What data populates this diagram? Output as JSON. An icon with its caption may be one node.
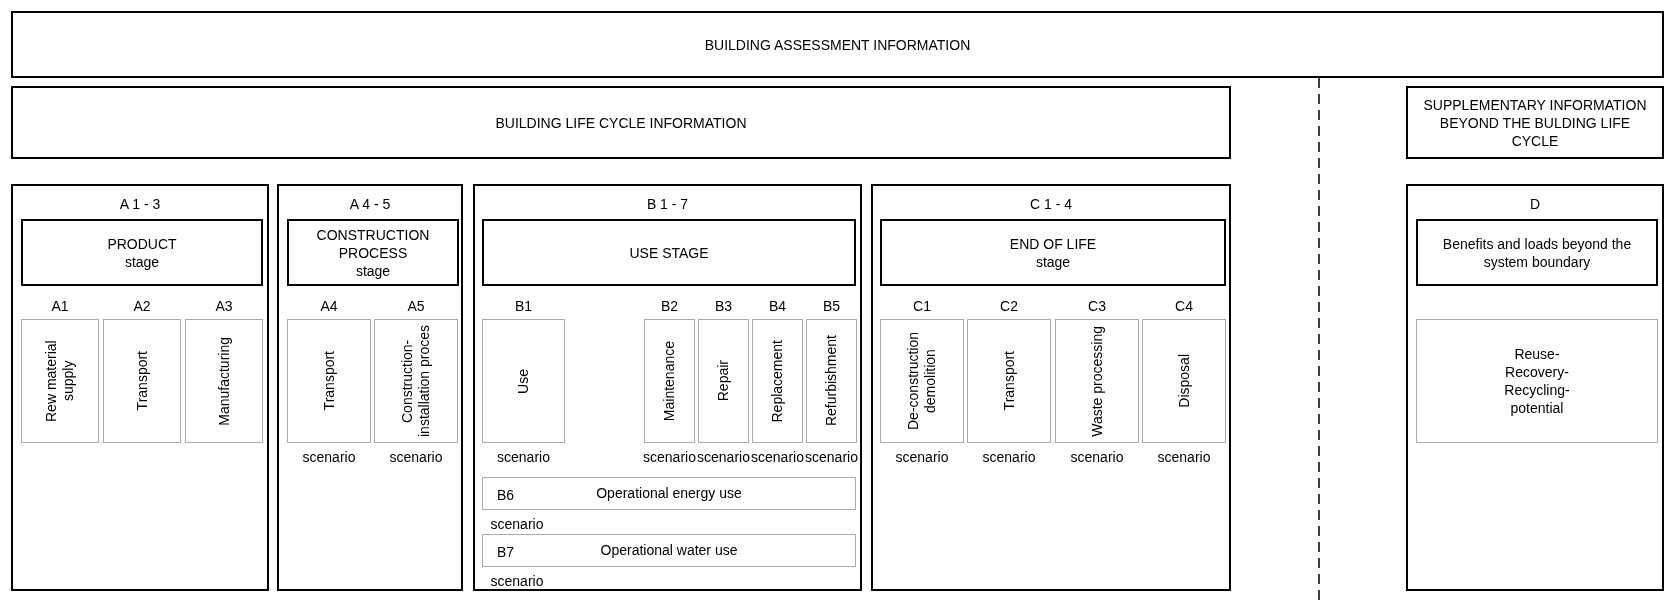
{
  "diagram": {
    "nodes": [
      {
        "text": [
          "BUILDING ASSESSMENT INFORMATION"
        ]
      },
      {
        "text": [
          "BUILDING LIFE CYCLE INFORMATION"
        ]
      },
      {
        "text": [
          "SUPPLEMENTARY INFORMATION BEYOND THE BULDING LIFE CYCLE"
        ]
      },
      {
        "text": [
          "A 1 - 3"
        ]
      },
      {
        "text": [
          "PRODUCT",
          "stage"
        ],
        "in": 3
      },
      {
        "text": [
          "A1",
          "Rew material supply"
        ],
        "in": 3
      },
      {
        "text": [
          "A2",
          "Transport"
        ],
        "in": 3
      },
      {
        "text": [
          "A3",
          "Manufacturing"
        ],
        "in": 3
      },
      {
        "text": [
          "A 4 - 5"
        ]
      },
      {
        "text": [
          "CONSTRUCTION PROCESS",
          "stage"
        ],
        "in": 8
      },
      {
        "text": [
          "A4",
          "Transport"
        ],
        "in": 8,
        "beside": [
          "scenario"
        ]
      },
      {
        "text": [
          "A5",
          "Construction- installation proces"
        ],
        "in": 8,
        "beside": [
          "scenario"
        ]
      },
      {
        "text": [
          "B 1 - 7"
        ]
      },
      {
        "text": [
          "USE STAGE"
        ],
        "in": 12
      },
      {
        "text": [
          "B1",
          "Use"
        ],
        "in": 12,
        "beside": [
          "scenario"
        ]
      },
      {
        "text": [
          "B2",
          "Maintenance"
        ],
        "in": 12,
        "beside": [
          "scenario"
        ]
      },
      {
        "text": [
          "B3",
          "Repair"
        ],
        "in": 12,
        "beside": [
          "scenario"
        ]
      },
      {
        "text": [
          "B4",
          "Replacement"
        ],
        "in": 12,
        "beside": [
          "scenario"
        ]
      },
      {
        "text": [
          "B5",
          "Refurbishment"
        ],
        "in": 12,
        "beside": [
          "scenario"
        ]
      },
      {
        "text": [
          "B6",
          "Operational energy use"
        ],
        "in": 12,
        "beside": [
          "scenario"
        ]
      },
      {
        "text": [
          "B7",
          "Operational water use"
        ],
        "in": 12,
        "beside": [
          "scenario"
        ]
      },
      {
        "text": [
          "C 1 - 4"
        ]
      },
      {
        "text": [
          "END OF LIFE",
          "stage"
        ],
        "in": 21
      },
      {
        "text": [
          "C1",
          "De-construction demolition"
        ],
        "in": 21,
        "beside": [
          "scenario"
        ]
      },
      {
        "text": [
          "C2",
          "Transport"
        ],
        "in": 21,
        "beside": [
          "scenario"
        ]
      },
      {
        "text": [
          "C3",
          "Waste processing"
        ],
        "in": 21,
        "beside": [
          "scenario"
        ]
      },
      {
        "text": [
          "C4",
          "Disposal"
        ],
        "in": 21,
        "beside": [
          "scenario"
        ]
      },
      {
        "text": [
          "D"
        ]
      },
      {
        "text": [
          "Benefits and loads beyond the system boundary"
        ],
        "in": 27
      },
      {
        "text": [
          "Reuse- Recovery- Recycling- potential"
        ],
        "in": 27
      }
    ]
  }
}
